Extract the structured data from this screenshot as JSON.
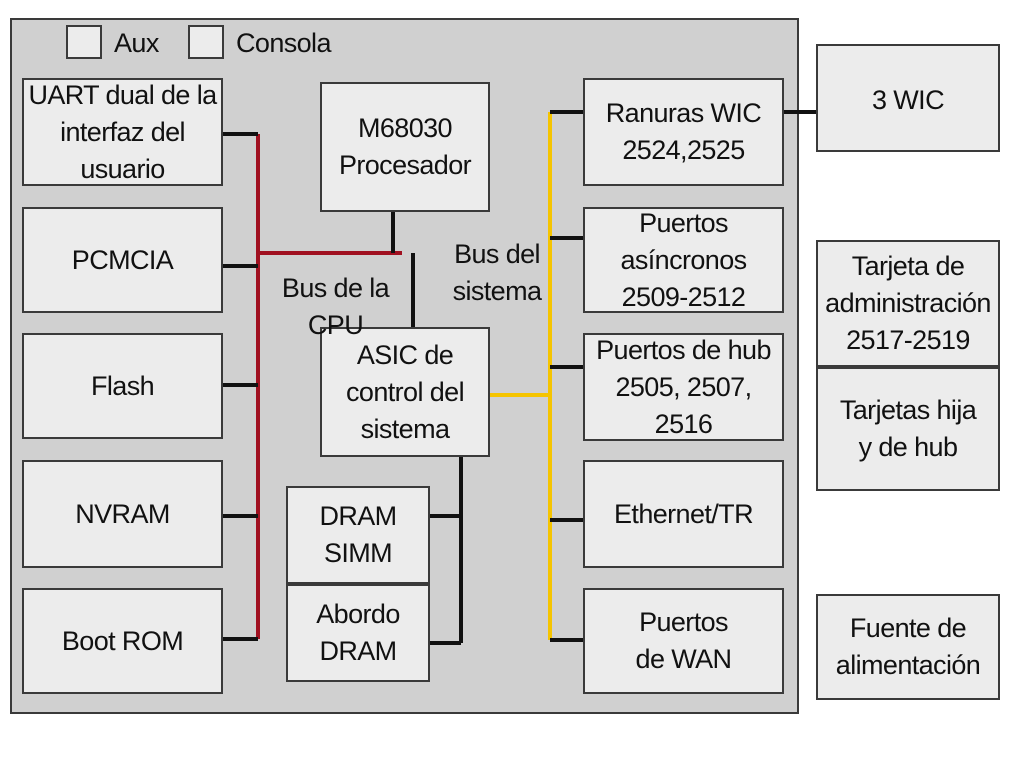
{
  "ports": {
    "aux": "Aux",
    "console": "Consola"
  },
  "left_blocks": [
    "UART dual de la\ninterfaz del usuario",
    "PCMCIA",
    "Flash",
    "NVRAM",
    "Boot ROM"
  ],
  "center": {
    "processor": "M68030\nProcesador",
    "asic": "ASIC de\ncontrol del\nsistema",
    "dram_simm": "DRAM\nSIMM",
    "onboard_dram": "Abordo\nDRAM"
  },
  "bus_labels": {
    "cpu_bus": "Bus de la CPU",
    "system_bus": "Bus del\nsistema"
  },
  "right_blocks": [
    "Ranuras WIC\n2524,2525",
    "Puertos asíncronos\n2509-2512",
    "Puertos de hub\n2505, 2507, 2516",
    "Ethernet/TR",
    "Puertos\nde WAN"
  ],
  "external": {
    "wic": "3 WIC",
    "mgmt_card": "Tarjeta de\nadministración\n2517-2519",
    "daughter_cards": "Tarjetas hija\ny de hub",
    "power_supply": "Fuente de\nalimentación"
  },
  "colors": {
    "board": "#d0d0d0",
    "block": "#ececec",
    "border": "#3a3a3a",
    "cpu_bus": "#a01020",
    "system_bus": "#f5c400",
    "link": "#111111"
  }
}
